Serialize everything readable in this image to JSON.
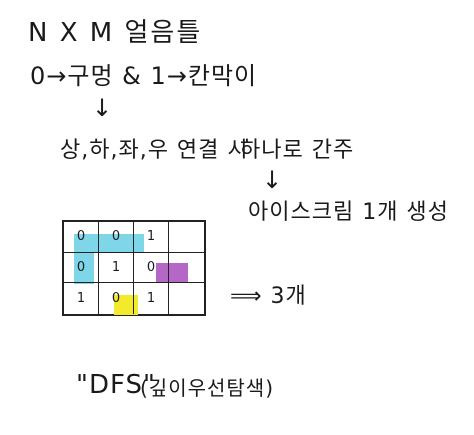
{
  "notes": {
    "title": "N X M 얼음틀",
    "zero_line": "0→구멍 & 1→칸막이",
    "arrow": "↓",
    "connect_line": "상,하,좌,우 연결 시",
    "group_line": "하나로 간주",
    "ice_line": "아이스크림 1개 생성",
    "result_line": "⟹ 3개",
    "dfs_label": "\"DFS\"",
    "dfs_desc": "(깊이우선탐색)"
  },
  "grid": {
    "rows": [
      [
        "0",
        "0",
        "1",
        ""
      ],
      [
        "0",
        "1",
        "0",
        ""
      ],
      [
        "1",
        "0",
        "1",
        ""
      ]
    ]
  },
  "colors": {
    "ink": "#1a1a1a",
    "cyan_highlight": "#7fd6e8",
    "purple_highlight": "#b567c8",
    "yellow_highlight": "#f2ea2a"
  }
}
